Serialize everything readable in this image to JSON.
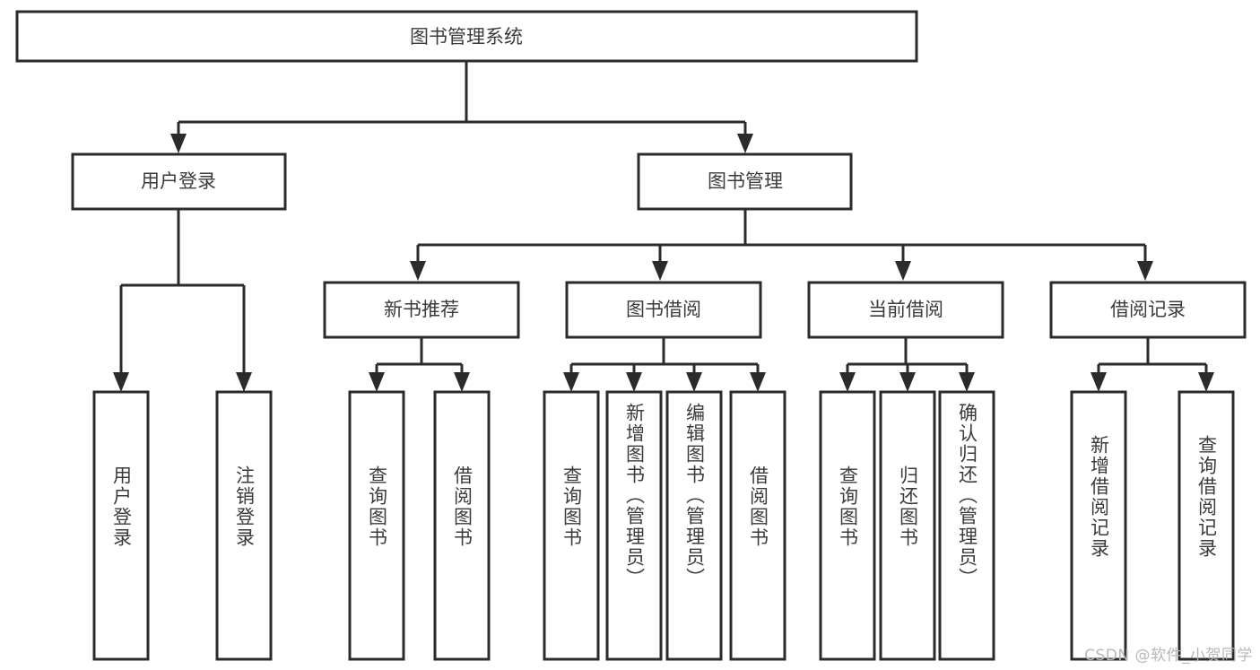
{
  "diagram": {
    "type": "tree",
    "title": "图书管理系统",
    "watermark": "CSDN @软件_小贺同学",
    "colors": {
      "background": "#ffffff",
      "box_stroke": "#2b2b2b",
      "box_fill": "#ffffff",
      "text": "#3b3b3b",
      "watermark": "#b8b8b8"
    },
    "root": {
      "id": "root",
      "label": "图书管理系统",
      "orientation": "horizontal"
    },
    "level2": [
      {
        "id": "user-login",
        "label": "用户登录",
        "orientation": "horizontal"
      },
      {
        "id": "book-manage",
        "label": "图书管理",
        "orientation": "horizontal"
      }
    ],
    "level3": [
      {
        "id": "new-book-recommend",
        "label": "新书推荐",
        "orientation": "horizontal",
        "parent": "book-manage"
      },
      {
        "id": "book-borrow",
        "label": "图书借阅",
        "orientation": "horizontal",
        "parent": "book-manage"
      },
      {
        "id": "current-borrow",
        "label": "当前借阅",
        "orientation": "horizontal",
        "parent": "book-manage"
      },
      {
        "id": "borrow-record",
        "label": "借阅记录",
        "orientation": "horizontal",
        "parent": "book-manage"
      }
    ],
    "leaves": [
      {
        "id": "leaf-user-login",
        "label": "用户登录",
        "orientation": "vertical",
        "parent": "user-login"
      },
      {
        "id": "leaf-user-logout",
        "label": "注销登录",
        "orientation": "vertical",
        "parent": "user-login"
      },
      {
        "id": "leaf-query-book-1",
        "label": "查询图书",
        "orientation": "vertical",
        "parent": "new-book-recommend"
      },
      {
        "id": "leaf-borrow-book-1",
        "label": "借阅图书",
        "orientation": "vertical",
        "parent": "new-book-recommend"
      },
      {
        "id": "leaf-query-book-2",
        "label": "查询图书",
        "orientation": "vertical",
        "parent": "book-borrow"
      },
      {
        "id": "leaf-add-book",
        "label": "新增图书（管理员）",
        "orientation": "vertical",
        "parent": "book-borrow"
      },
      {
        "id": "leaf-edit-book",
        "label": "编辑图书（管理员）",
        "orientation": "vertical",
        "parent": "book-borrow"
      },
      {
        "id": "leaf-borrow-book-2",
        "label": "借阅图书",
        "orientation": "vertical",
        "parent": "book-borrow"
      },
      {
        "id": "leaf-query-book-3",
        "label": "查询图书",
        "orientation": "vertical",
        "parent": "current-borrow"
      },
      {
        "id": "leaf-return-book",
        "label": "归还图书",
        "orientation": "vertical",
        "parent": "current-borrow"
      },
      {
        "id": "leaf-confirm-return",
        "label": "确认归还（管理员）",
        "orientation": "vertical",
        "parent": "current-borrow"
      },
      {
        "id": "leaf-add-record",
        "label": "新增借阅记录",
        "orientation": "vertical",
        "parent": "borrow-record"
      },
      {
        "id": "leaf-query-record",
        "label": "查询借阅记录",
        "orientation": "vertical",
        "parent": "borrow-record"
      }
    ]
  }
}
